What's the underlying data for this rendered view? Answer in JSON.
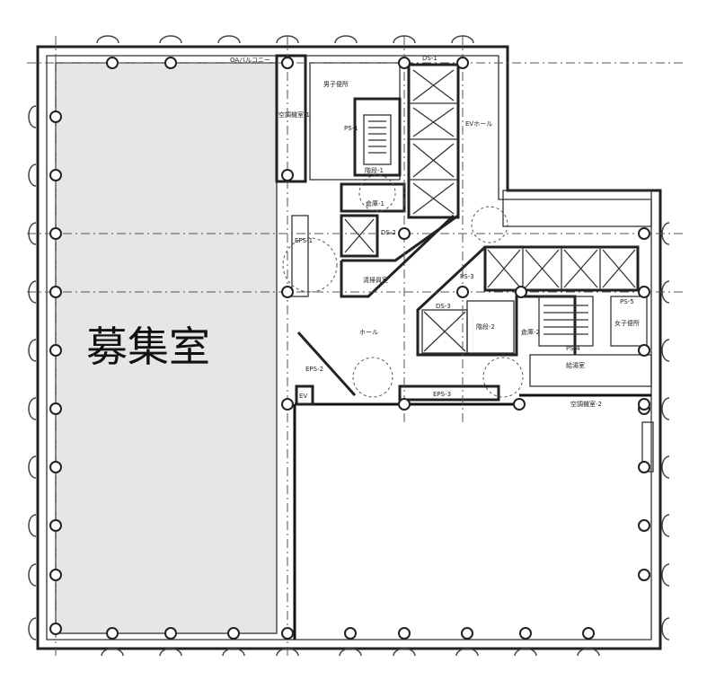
{
  "floor_plan": {
    "vacant_room_label": "募集室",
    "colors": {
      "vacant_fill": "#e6e6e6",
      "line": "#222222"
    },
    "labels": {
      "balcony": "OAバルコニー",
      "ds1": "DS-1",
      "ds2": "DS-2",
      "ds3": "DS-3",
      "stair1": "階段-1",
      "stair2": "階段-2",
      "ps1": "PS-1",
      "ps3": "PS-3",
      "ps4": "PS-4",
      "ps5": "PS-5",
      "eps1": "EPS-1",
      "eps2": "EPS-2",
      "eps3": "EPS-3",
      "elevator_hall": "EVホール",
      "ev": "EV",
      "hall": "ホール",
      "room1": "倉庫-1",
      "room2": "倉庫-2",
      "toilet1": "男子便所",
      "toilet2": "女子便所",
      "kitchen": "給湯室",
      "storage": "清掃員室",
      "mech": "空調機室-2",
      "air": "空調機室-1"
    }
  }
}
